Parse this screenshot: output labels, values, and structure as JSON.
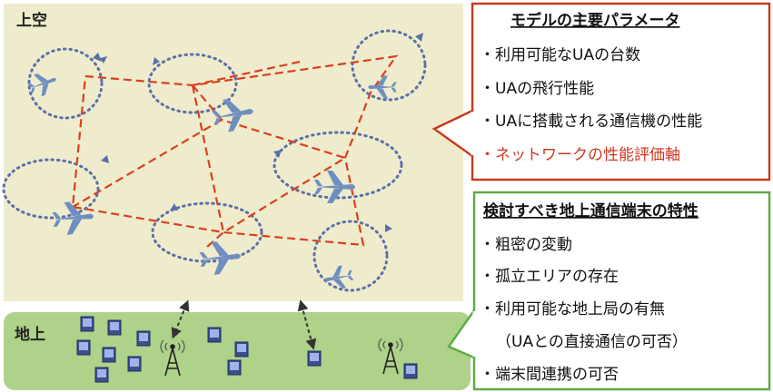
{
  "sky_label": "上空",
  "ground_label": "地上",
  "model_box": {
    "title": "モデルの主要パラメータ",
    "items": [
      "・利用可能なUAの台数",
      "・UAの飛行性能",
      "・UAに搭載される通信機の性能"
    ],
    "highlight_item": "・ネットワークの性能評価軸"
  },
  "terminal_box": {
    "title": "検討すべき地上通信端末の特性",
    "items": [
      "・粗密の変動",
      "・孤立エリアの存在",
      "・利用可能な地上局の有無",
      "（UAとの直接通信の可否）",
      "・端末間連携の可否"
    ]
  },
  "colors": {
    "sky_bg": "#efeccd",
    "ground_bg": "#aed28a",
    "link_line": "#d9401e",
    "orbit": "#5b6fa8",
    "aircraft": "#6f8fc0",
    "model_border": "#c9381b",
    "terminal_border": "#59ac43",
    "highlight_text": "#d0371f"
  },
  "icons": [
    "aircraft-icon",
    "orbit-path-icon",
    "terminal-icon",
    "radio-tower-icon",
    "link-arrow-icon"
  ]
}
